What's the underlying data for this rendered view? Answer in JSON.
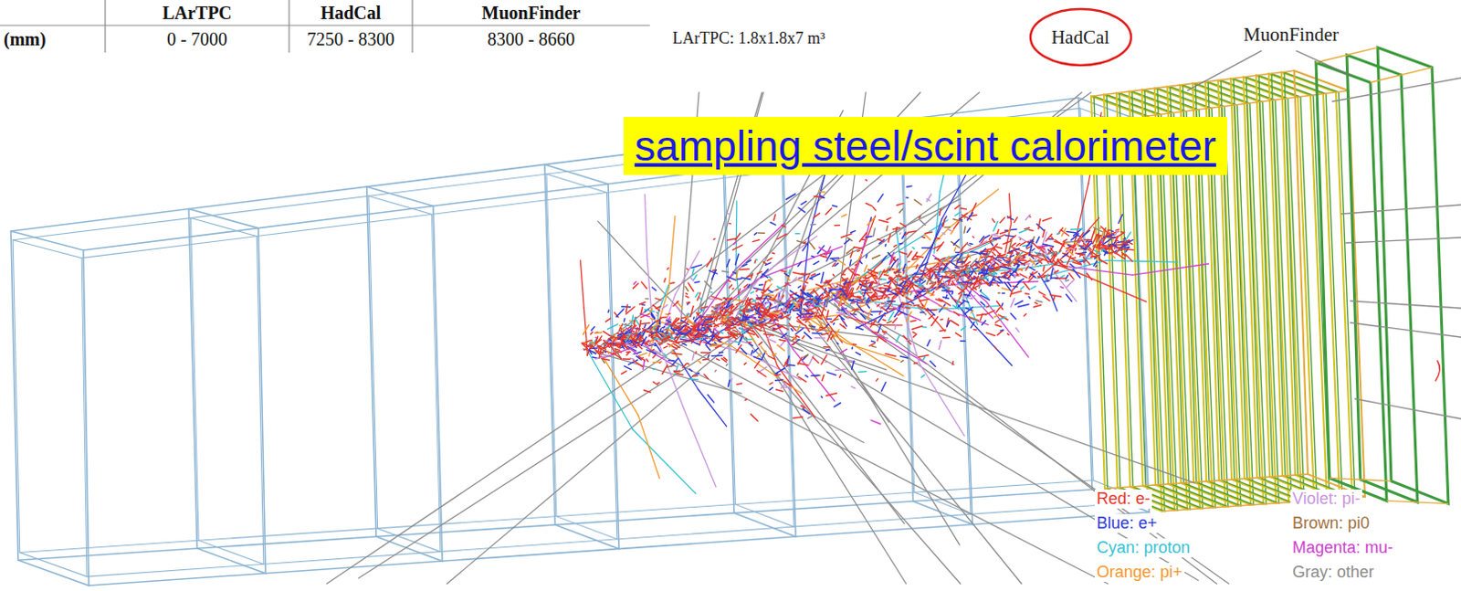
{
  "diagram": {
    "nodes": [
      {
        "text": [
          "HadCal"
        ]
      },
      {
        "text": [
          "sampling steel/scint calorimeter"
        ]
      }
    ],
    "labels": [
      "LArTPC",
      "HadCal",
      "MuonFinder",
      "(mm)",
      "0 - 7000",
      "7250 - 8300",
      "8300 - 8660",
      "LArTPC: 1.8x1.8x7 m³",
      "MuonFinder"
    ],
    "legend": [
      {
        "text": "Red: e-",
        "color": "#e8352b"
      },
      {
        "text": "Violet: pi-",
        "color": "#c994dc"
      },
      {
        "text": "Blue: e+",
        "color": "#2f3bd8"
      },
      {
        "text": "Brown: pi0",
        "color": "#a0703f"
      },
      {
        "text": "Cyan: proton",
        "color": "#35c3d2"
      },
      {
        "text": "Magenta: mu-",
        "color": "#cf3fcf"
      },
      {
        "text": "Orange: pi+",
        "color": "#f29a2e"
      },
      {
        "text": "Gray: other",
        "color": "#8c8c8c"
      }
    ]
  }
}
